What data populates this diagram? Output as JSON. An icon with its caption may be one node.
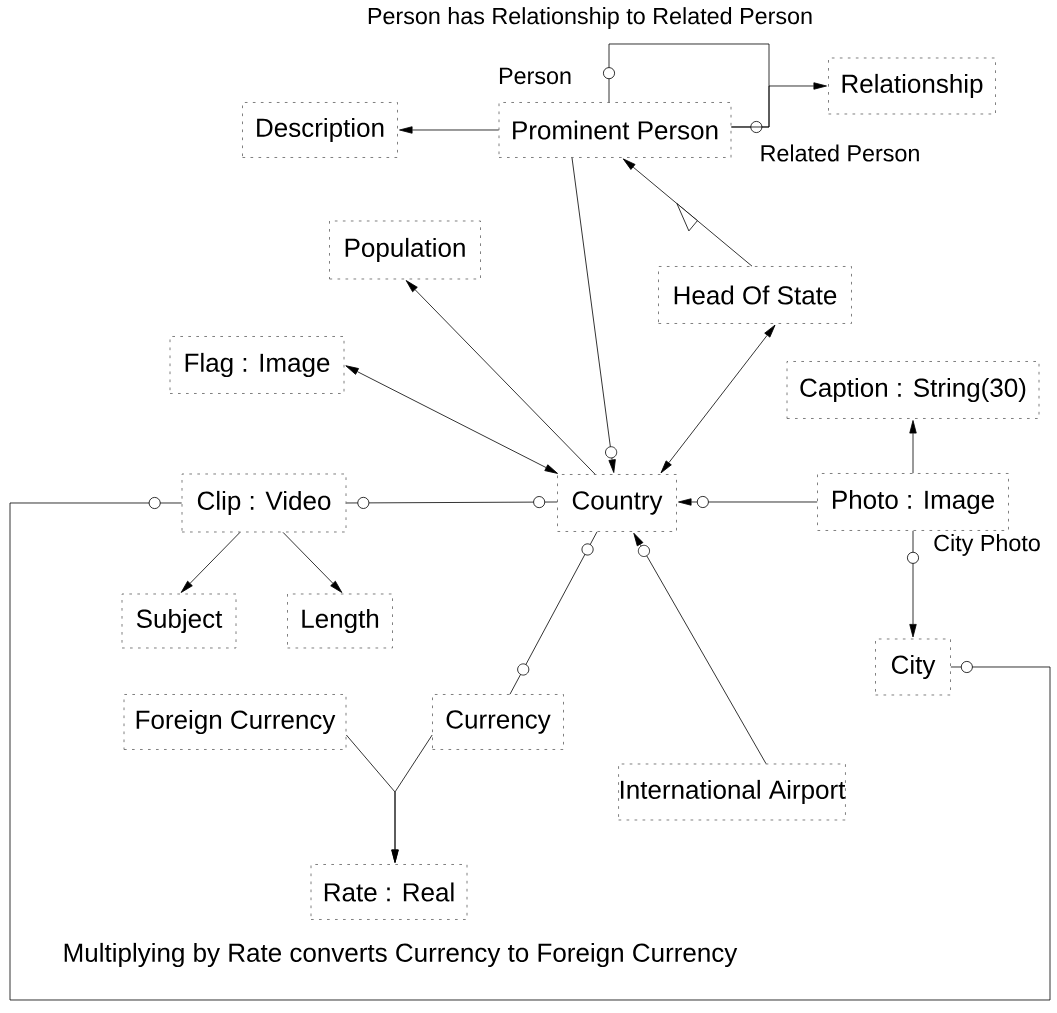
{
  "diagram": {
    "nodes": [
      {
        "text": [
          "Prominent Person"
        ]
      },
      {
        "text": [
          "Description"
        ]
      },
      {
        "text": [
          "Relationship"
        ]
      },
      {
        "text": [
          "Population"
        ]
      },
      {
        "text": [
          "Head Of State"
        ]
      },
      {
        "text": [
          "Flag : Image"
        ]
      },
      {
        "text": [
          "Caption : String(30)"
        ]
      },
      {
        "text": [
          "Clip : Video"
        ]
      },
      {
        "text": [
          "Country"
        ]
      },
      {
        "text": [
          "Photo : Image"
        ]
      },
      {
        "text": [
          "Subject"
        ]
      },
      {
        "text": [
          "Length"
        ]
      },
      {
        "text": [
          "City"
        ]
      },
      {
        "text": [
          "Foreign Currency"
        ]
      },
      {
        "text": [
          "Currency"
        ]
      },
      {
        "text": [
          "International Airport"
        ]
      },
      {
        "text": [
          "Rate : Real"
        ]
      }
    ],
    "edges": [
      {
        "from": 0,
        "to": 0,
        "arrow": "none"
      },
      {
        "from": 0,
        "to": 2,
        "arrow": "to"
      },
      {
        "from": 0,
        "to": 1,
        "arrow": "to"
      },
      {
        "from": 0,
        "to": 8,
        "arrow": "to"
      },
      {
        "from": 4,
        "to": 0,
        "arrow": "to"
      },
      {
        "from": 8,
        "to": 3,
        "arrow": "to"
      },
      {
        "from": 8,
        "to": 5,
        "arrow": "both"
      },
      {
        "from": 8,
        "to": 4,
        "arrow": "both"
      },
      {
        "from": 7,
        "to": 8,
        "arrow": "none"
      },
      {
        "from": 9,
        "to": 8,
        "arrow": "to"
      },
      {
        "from": 9,
        "to": 6,
        "arrow": "to"
      },
      {
        "from": 9,
        "to": 12,
        "arrow": "to"
      },
      {
        "from": 7,
        "to": 10,
        "arrow": "to"
      },
      {
        "from": 7,
        "to": 11,
        "arrow": "to"
      },
      {
        "from": 7,
        "to": 12,
        "arrow": "none"
      },
      {
        "from": 8,
        "to": 14,
        "arrow": "none"
      },
      {
        "from": 15,
        "to": 8,
        "arrow": "to"
      },
      {
        "from": 13,
        "to": 16,
        "arrow": "to"
      },
      {
        "from": 14,
        "to": 16,
        "arrow": "to"
      }
    ],
    "labels": [
      "Person has Relationship to Related Person",
      "Person",
      "Related Person",
      "City Photo",
      "Multiplying by Rate converts Currency to Foreign Currency"
    ]
  }
}
